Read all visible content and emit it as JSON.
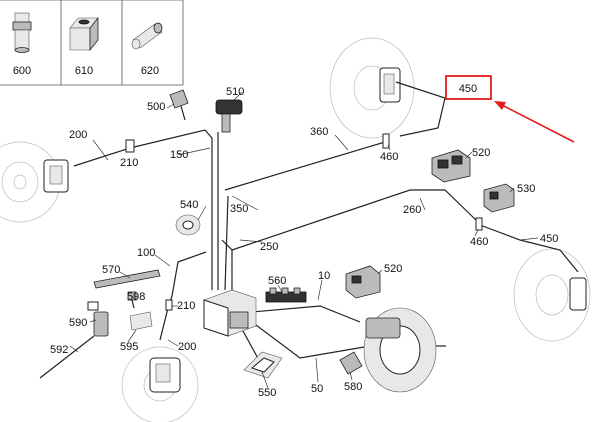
{
  "legend": {
    "cells": [
      {
        "label": "600",
        "icon": "bolt-with-nut-icon"
      },
      {
        "label": "610",
        "icon": "hex-nut-icon"
      },
      {
        "label": "620",
        "icon": "cylinder-sleeve-icon"
      }
    ]
  },
  "callouts": {
    "c450_top": "450",
    "c510": "510",
    "c500": "500",
    "c200_top": "200",
    "c210_top": "210",
    "c150": "150",
    "c360": "360",
    "c460_top": "460",
    "c520_top": "520",
    "c530": "530",
    "c540": "540",
    "c350": "350",
    "c260": "260",
    "c460_right": "460",
    "c450_right": "450",
    "c250": "250",
    "c100": "100",
    "c570": "570",
    "c598": "598",
    "c590": "590",
    "c595": "595",
    "c592": "592",
    "c210_bottom": "210",
    "c200_bottom": "200",
    "c560": "560",
    "c10": "10",
    "c520_bottom": "520",
    "c550": "550",
    "c50": "50",
    "c580": "580"
  },
  "highlight": {
    "target": "450",
    "color": "#e21b1b"
  }
}
